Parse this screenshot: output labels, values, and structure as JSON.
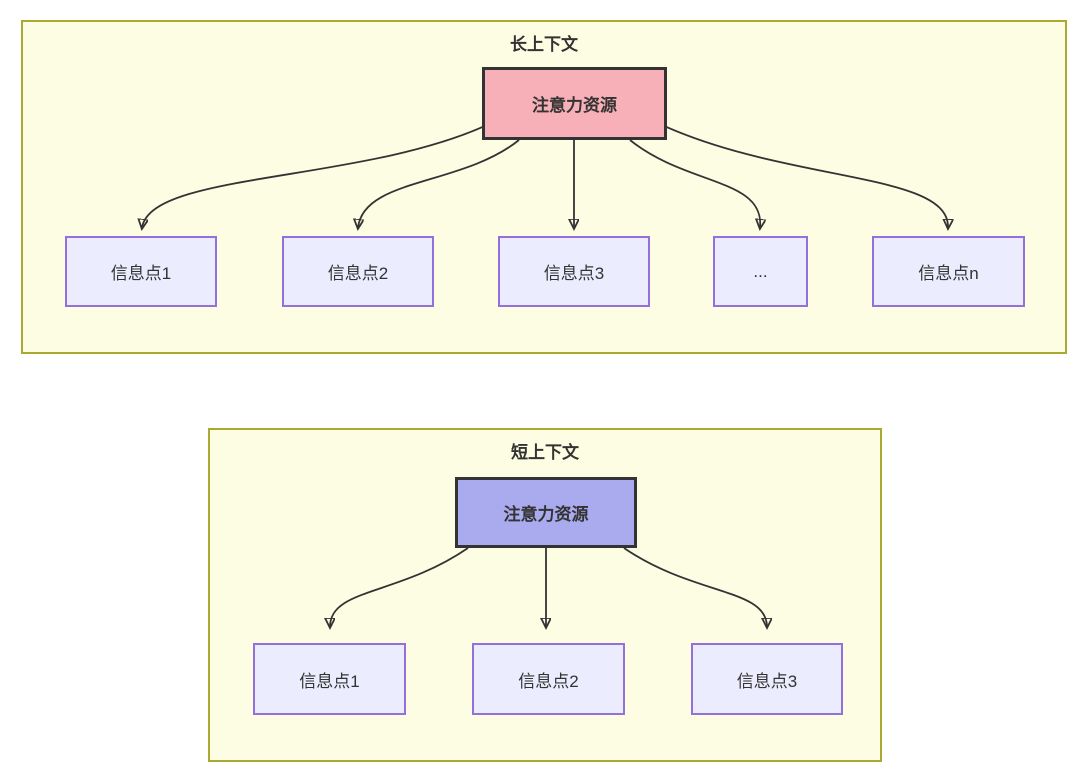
{
  "diagram": {
    "top": {
      "title": "长上下文",
      "root_label": "注意力资源",
      "children": [
        "信息点1",
        "信息点2",
        "信息点3",
        "...",
        "信息点n"
      ]
    },
    "bottom": {
      "title": "短上下文",
      "root_label": "注意力资源",
      "children": [
        "信息点1",
        "信息点2",
        "信息点3"
      ]
    },
    "colors": {
      "container_fill": "#fdfde3",
      "container_border": "#aaaa33",
      "root_long_fill": "#f8b0b8",
      "root_short_fill": "#aaaaee",
      "root_border": "#333333",
      "child_fill": "#ececff",
      "child_border": "#9370db",
      "arrow": "#333333",
      "text": "#333333"
    }
  }
}
